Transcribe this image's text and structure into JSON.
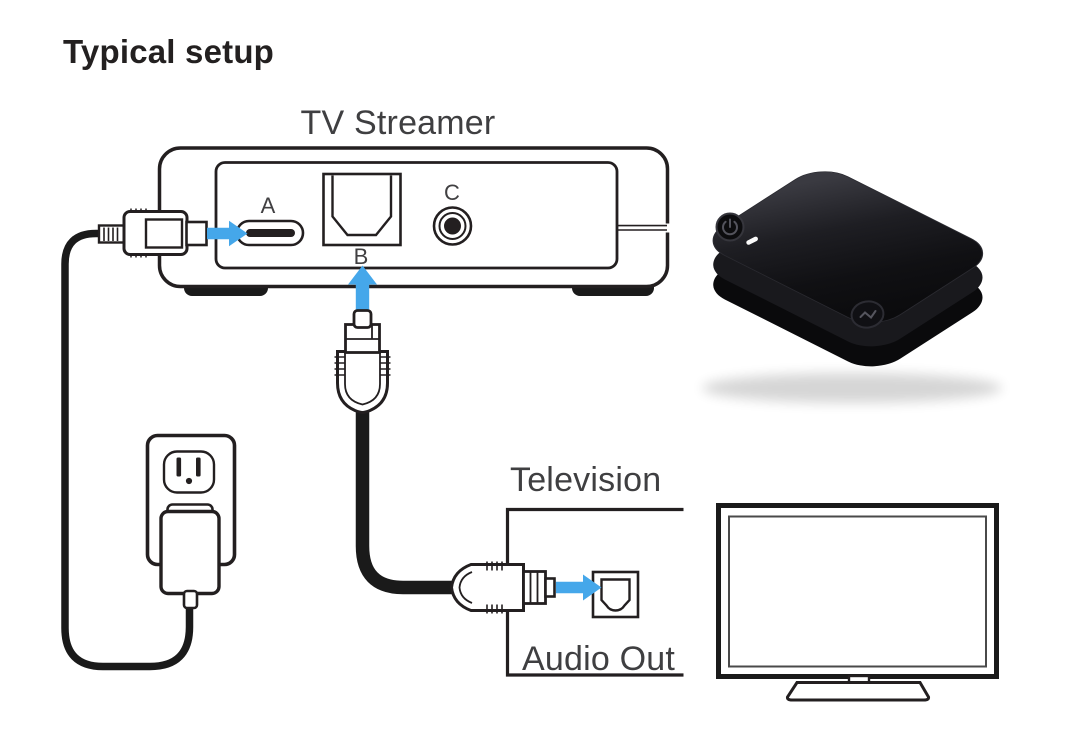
{
  "title": "Typical setup",
  "streamer": {
    "label": "TV Streamer",
    "port_a_label": "A",
    "port_b_label": "B",
    "port_c_label": "C"
  },
  "television": {
    "label": "Television",
    "audio_out_label": "Audio Out"
  },
  "device_photo": {
    "power_button_icon": "power-symbol",
    "pairing_button_icon": "pairing-symbol",
    "status_led_color": "#fafafa"
  },
  "colors": {
    "arrow_blue": "#45A7EA",
    "line_black": "#231F20",
    "label_gray": "#3F3F41",
    "title_black": "#232020"
  }
}
